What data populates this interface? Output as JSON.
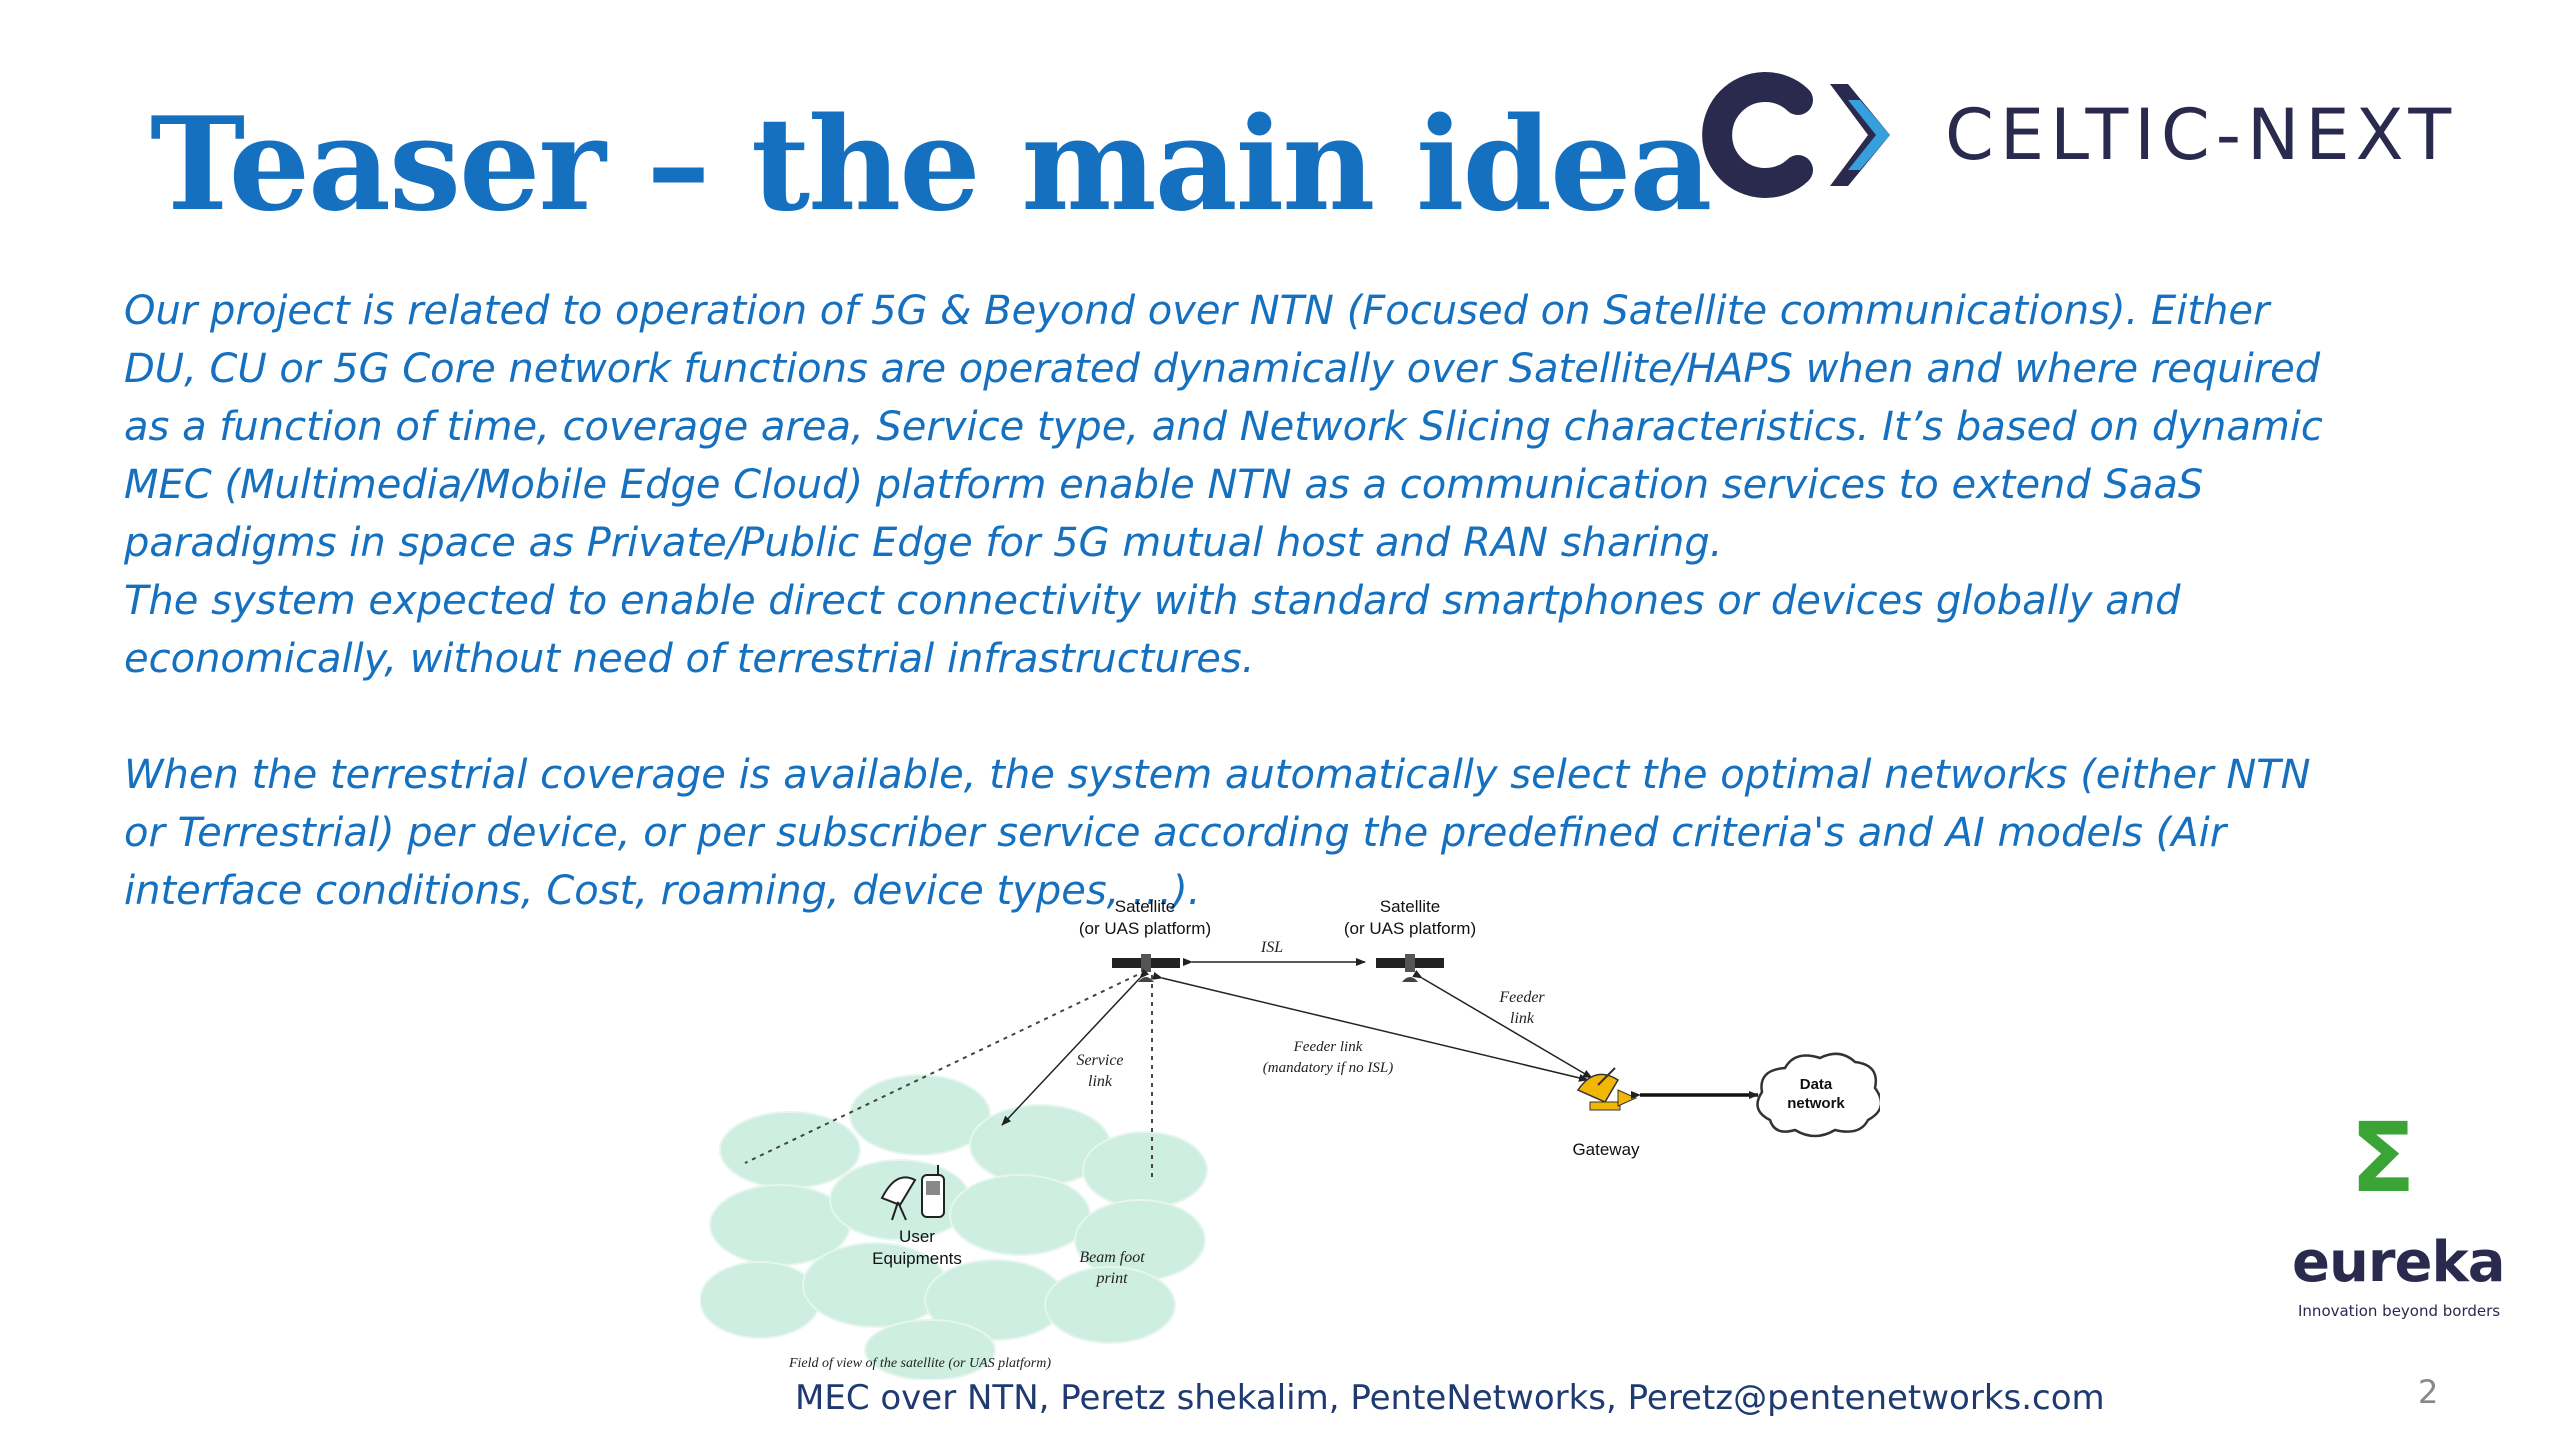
{
  "slide": {
    "title": "Teaser – the main idea",
    "paragraphs": [
      "Our project is related to operation of 5G & Beyond over NTN (Focused on Satellite communications). Either DU, CU or 5G Core network functions are operated dynamically over Satellite/HAPS when and where required as a function of time, coverage area, Service type, and Network Slicing characteristics. It’s based on dynamic MEC (Multimedia/Mobile Edge Cloud) platform enable NTN as a communication services to extend SaaS paradigms in space as Private/Public Edge for 5G mutual host and RAN sharing.",
      "The system expected to enable direct connectivity with standard smartphones or devices globally and economically, without need of terrestrial infrastructures.",
      "When the terrestrial coverage is available, the system automatically select the optimal networks (either NTN or Terrestrial) per device, or per subscriber service according the predefined criteria's and AI models (Air interface conditions, Cost, roaming, device types, …)."
    ],
    "footer": "MEC over NTN,  Peretz shekalim, PenteNetworks, Peretz@pentenetworks.com",
    "page_number": "2"
  },
  "logos": {
    "celtic": "CELTIC-NEXT",
    "eureka_name": "eureka",
    "eureka_tagline": "Innovation beyond borders",
    "eureka_symbol": "Σ"
  },
  "diagram": {
    "satellite1_name": "Satellite",
    "satellite1_sub": "(or UAS platform)",
    "satellite2_name": "Satellite",
    "satellite2_sub": "(or UAS platform)",
    "isl": "ISL",
    "feeder_link_1": "Feeder",
    "feeder_link_2": "link",
    "feeder_mid_1": "Feeder link",
    "feeder_mid_2": "(mandatory if no ISL)",
    "service_link_1": "Service",
    "service_link_2": "link",
    "gateway": "Gateway",
    "data_network_1": "Data",
    "data_network_2": "network",
    "user_equipments_1": "User",
    "user_equipments_2": "Equipments",
    "beam_1": "Beam foot",
    "beam_2": "print",
    "field_of_view": "Field of view of the satellite (or UAS platform)"
  },
  "colors": {
    "title": "#1570c0",
    "body": "#1570c0",
    "footer": "#1f3a70",
    "beam_cells": "#cdeee0",
    "eureka_green": "#3aa536",
    "celtic_dark": "#2a2a4e",
    "celtic_blue": "#35a0dc"
  }
}
